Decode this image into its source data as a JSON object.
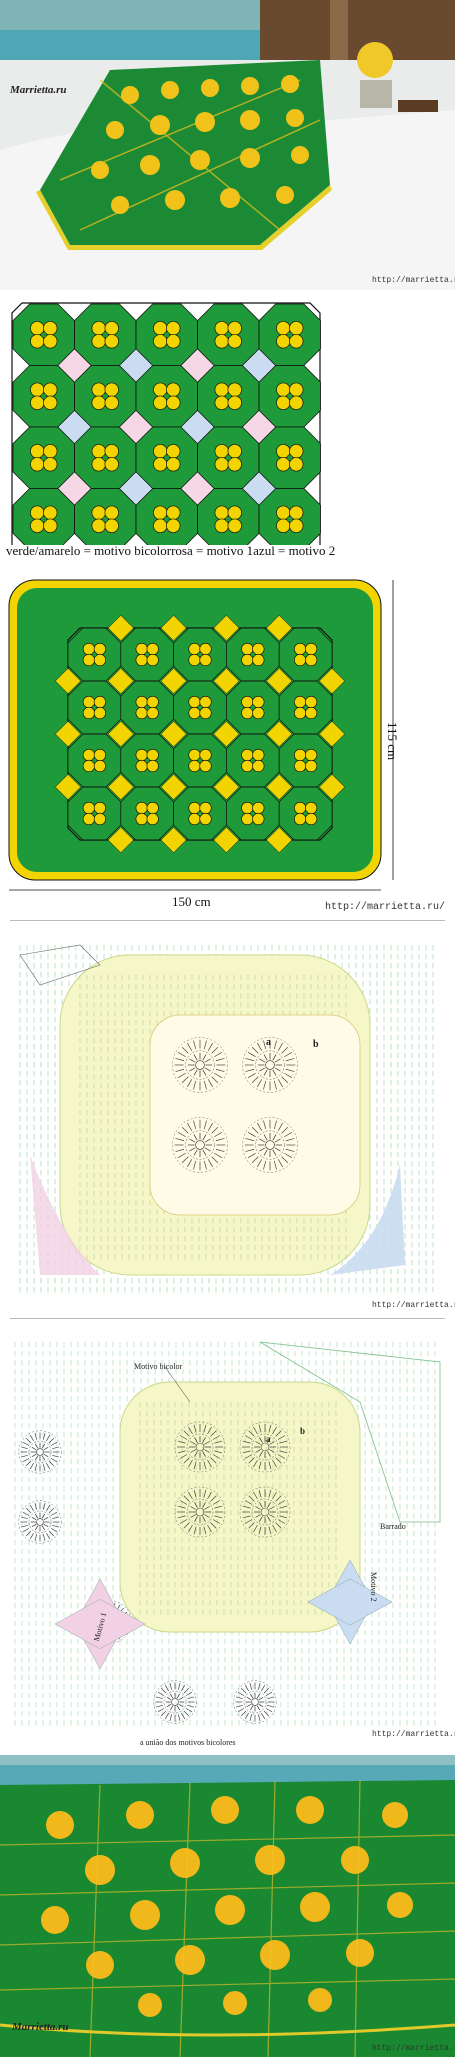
{
  "photo_top": {
    "brand": "Marrietta.ru",
    "watermark": "http://marrietta.ru/"
  },
  "motif_scheme": {
    "legend": "verde/amarelo = motivo bicolorrosa = motivo 1azul = motivo 2",
    "colors": {
      "green": "#1f9a3a",
      "yellow": "#f2d400",
      "pink": "#f6d7e6",
      "blue": "#c9dcf1",
      "outline": "#111111"
    }
  },
  "layout_scheme": {
    "width_label": "150 cm",
    "height_label": "115 cm",
    "watermark": "http://marrietta.ru/",
    "colors": {
      "border_green": "#1f9a3a",
      "border_yellow": "#f2d400",
      "inner_green": "#1f9a3a"
    }
  },
  "diagram_1": {
    "labels": [
      "a",
      "b"
    ],
    "watermark": "http://marrietta.ru/"
  },
  "diagram_2": {
    "labels": [
      "Motivo bicolor",
      "Barrado",
      "Motivo 2",
      "Motivo 1",
      "a união dos motivos bicolores",
      "a",
      "b"
    ],
    "watermark": "http://marrietta.ru/"
  },
  "photo_bottom": {
    "brand": "Marrietta.ru",
    "watermark": "http://marrietta.ru/"
  }
}
